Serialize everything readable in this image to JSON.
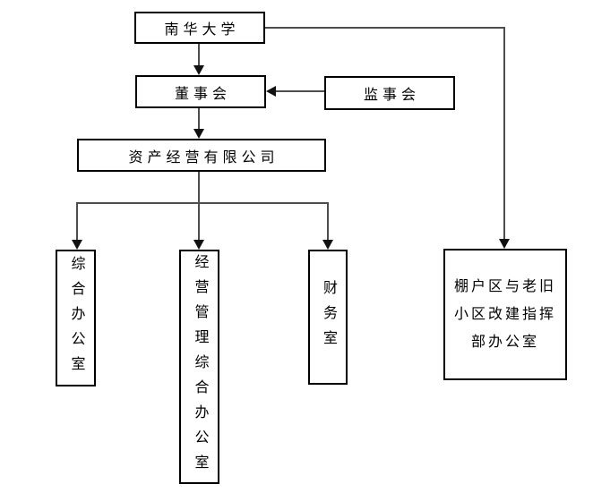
{
  "diagram": {
    "title": "organization-chart",
    "nodes": {
      "university": {
        "label": "南华大学"
      },
      "board": {
        "label": "董事会"
      },
      "supervisory": {
        "label": "监事会"
      },
      "company": {
        "label": "资产经营有限公司"
      },
      "general_office": {
        "label": "综合办公室"
      },
      "operations_office": {
        "label": "经营管理综合办公室"
      },
      "finance_office": {
        "label": "财务室"
      },
      "renovation_office": {
        "label": "棚户区与老旧小区改建指挥部办公室"
      }
    },
    "edges": [
      {
        "from": "university",
        "to": "board",
        "style": "arrow-down"
      },
      {
        "from": "university",
        "to": "renovation_office",
        "style": "elbow-right-down-arrow"
      },
      {
        "from": "supervisory",
        "to": "board",
        "style": "arrow-left"
      },
      {
        "from": "board",
        "to": "company",
        "style": "arrow-down"
      },
      {
        "from": "company",
        "to": "general_office",
        "style": "branch-arrow-down"
      },
      {
        "from": "company",
        "to": "operations_office",
        "style": "branch-arrow-down"
      },
      {
        "from": "company",
        "to": "finance_office",
        "style": "branch-arrow-down"
      }
    ],
    "colors": {
      "background": "#ffffff",
      "box_border": "#000000",
      "connector": "#4d4d4d",
      "arrowhead": "#111111",
      "text": "#000000"
    }
  }
}
